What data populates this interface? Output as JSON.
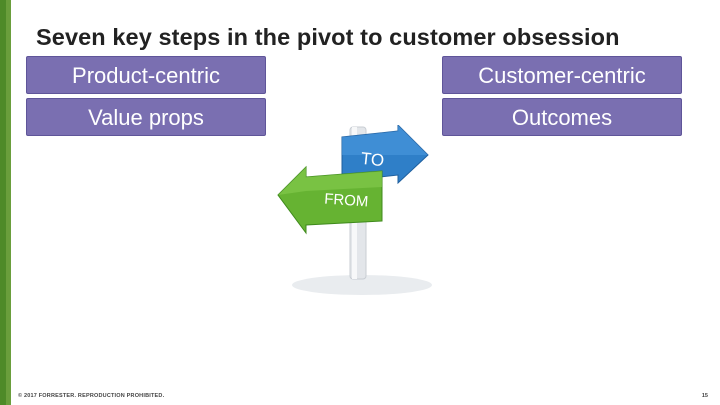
{
  "slide": {
    "title": "Seven key steps in the pivot to customer obsession",
    "boxes": {
      "product_centric": "Product-centric",
      "value_props": "Value props",
      "customer_centric": "Customer-centric",
      "outcomes": "Outcomes"
    },
    "signpost": {
      "to_label": "TO",
      "from_label": "FROM"
    },
    "footer": {
      "copyright": "© 2017 FORRESTER. REPRODUCTION PROHIBITED.",
      "page_number": "15"
    }
  },
  "colors": {
    "accent_green": "#6a9e3c",
    "box_purple": "#7a6fb1",
    "sign_blue": "#2f7fc8",
    "sign_green": "#66b332"
  }
}
